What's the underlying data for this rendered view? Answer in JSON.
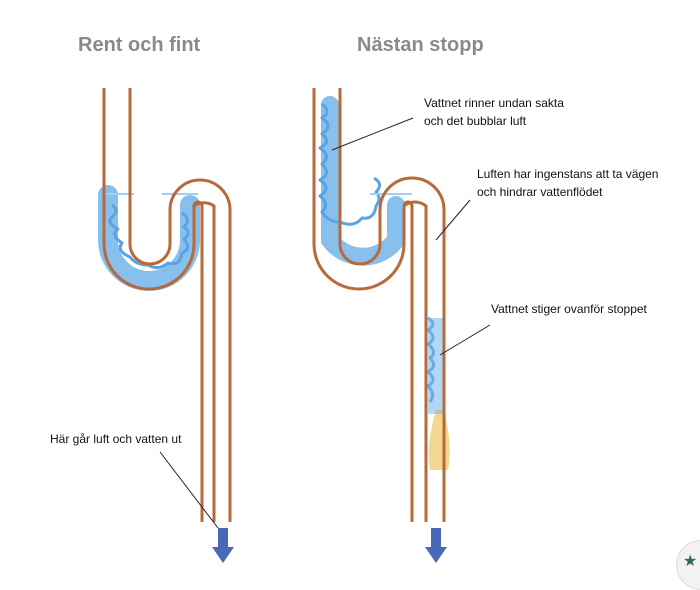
{
  "diagram": {
    "left_title": "Rent och fint",
    "right_title": "Nästan stopp",
    "annotations": {
      "water_drains_slowly": [
        "Vattnet rinner undan sakta",
        "och det bubblar luft"
      ],
      "air_has_nowhere": [
        "Luften har ingenstans att ta vägen",
        "och hindrar vattenflödet"
      ],
      "water_rises": [
        "Vattnet stiger ovanför stoppet"
      ],
      "air_and_water_exit": [
        "Här går luft och vatten ut"
      ]
    },
    "colors": {
      "pipe": "#b9683a",
      "water": "#72b4ea",
      "waterline": "#9fcff2",
      "arrow": "#4a68b8",
      "blockage": "#f2d48a",
      "title": "#8a8a8a"
    },
    "icons": {
      "flow_arrow": "arrow-down-icon",
      "corner": "star-icon"
    }
  }
}
